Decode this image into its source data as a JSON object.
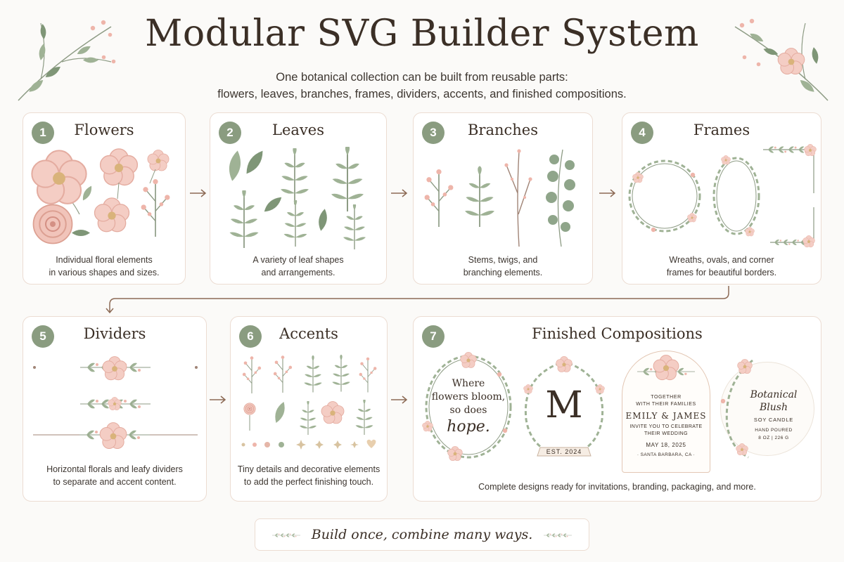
{
  "header": {
    "title": "Modular SVG Builder System",
    "subtitle_line1": "One botanical collection can be built from reusable parts:",
    "subtitle_line2": "flowers, leaves, branches, frames, dividers, accents, and finished compositions."
  },
  "colors": {
    "sage": "#8a9c80",
    "blush": "#f2c9c0",
    "card_border": "#ecdcd2",
    "arrow": "#8c6a55",
    "text": "#3b2f26"
  },
  "cards": [
    {
      "number": "1",
      "title": "Flowers",
      "desc_line1": "Individual floral elements",
      "desc_line2": "in various shapes and sizes."
    },
    {
      "number": "2",
      "title": "Leaves",
      "desc_line1": "A variety of leaf shapes",
      "desc_line2": "and arrangements."
    },
    {
      "number": "3",
      "title": "Branches",
      "desc_line1": "Stems, twigs, and",
      "desc_line2": "branching elements."
    },
    {
      "number": "4",
      "title": "Frames",
      "desc_line1": "Wreaths, ovals, and corner",
      "desc_line2": "frames for beautiful borders."
    },
    {
      "number": "5",
      "title": "Dividers",
      "desc_line1": "Horizontal florals and leafy dividers",
      "desc_line2": "to separate and accent content."
    },
    {
      "number": "6",
      "title": "Accents",
      "desc_line1": "Tiny details and decorative elements",
      "desc_line2": "to add the perfect finishing touch."
    },
    {
      "number": "7",
      "title": "Finished Compositions",
      "desc_line1": "Complete designs ready for invitations, branding, packaging, and more."
    }
  ],
  "compositions": {
    "quote": {
      "line1": "Where",
      "line2": "flowers bloom,",
      "line3": "so does",
      "line4": "hope."
    },
    "monogram": {
      "letter": "M",
      "ribbon": "EST. 2024"
    },
    "invitation": {
      "line1": "TOGETHER",
      "line2": "WITH THEIR FAMILIES",
      "names": "EMILY & JAMES",
      "line3": "INVITE YOU TO CELEBRATE",
      "line4": "THEIR WEDDING",
      "date": "MAY 18, 2025",
      "place": "· SANTA BARBARA, CA ·"
    },
    "label": {
      "line1": "Botanical",
      "line2": "Blush",
      "line3": "SOY CANDLE",
      "line4": "HAND POURED",
      "line5": "8 OZ | 226 G"
    }
  },
  "footer": {
    "tagline": "Build once, combine many ways."
  }
}
